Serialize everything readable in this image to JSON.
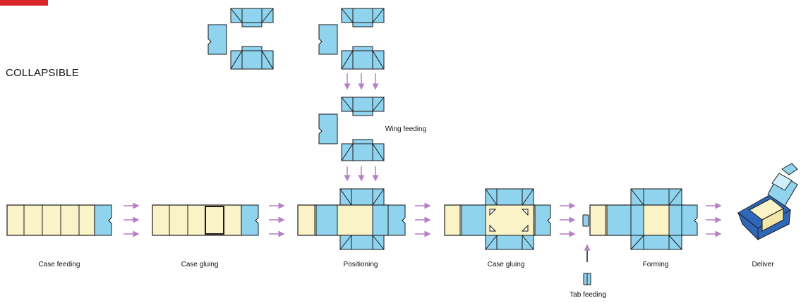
{
  "title": "COLLAPSIBLE",
  "accent_color": "#d8262b",
  "colors": {
    "blue": "#8fd3ee",
    "cream": "#fbf3c8",
    "outline": "#1a1a1a",
    "arrow": "#b77fc6",
    "darkblue": "#2f68b8"
  },
  "steps": [
    {
      "id": "case-feeding",
      "label": "Case feeding"
    },
    {
      "id": "case-gluing-1",
      "label": "Case gluing"
    },
    {
      "id": "positioning",
      "label": "Positioning"
    },
    {
      "id": "case-gluing-2",
      "label": "Case gluing"
    },
    {
      "id": "forming",
      "label": "Forming"
    },
    {
      "id": "deliver",
      "label": "Deliver"
    }
  ],
  "side_labels": {
    "wing_feeding": "Wing feeding",
    "tab_feeding": "Tab feeding"
  }
}
